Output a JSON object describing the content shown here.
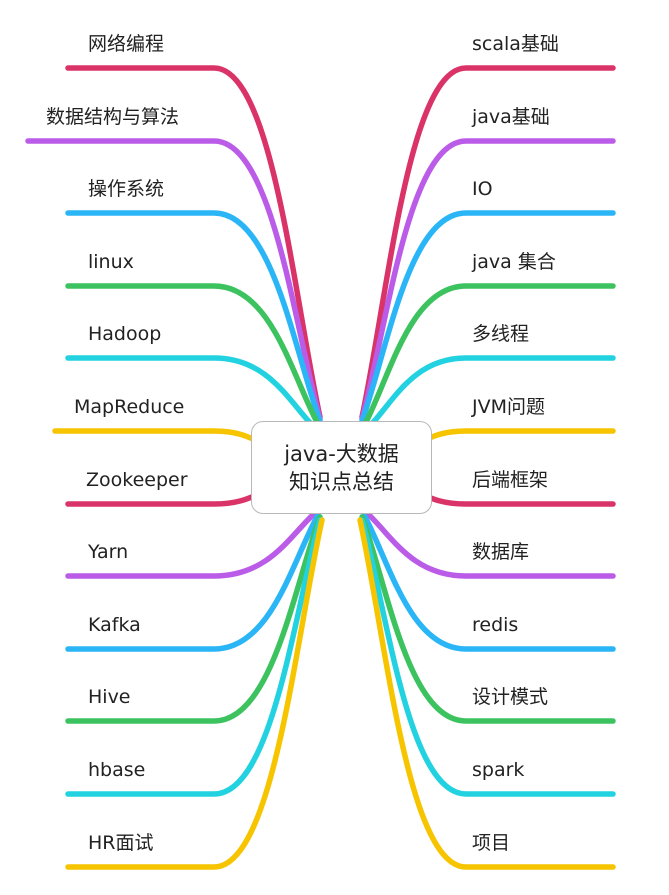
{
  "center": {
    "line1": "java-大数据",
    "line2": "知识点总结"
  },
  "left_branches": [
    {
      "label": "网络编程",
      "color": "#d93368"
    },
    {
      "label": "数据结构与算法",
      "color": "#bb5ce8"
    },
    {
      "label": "操作系统",
      "color": "#2ab5f6"
    },
    {
      "label": "linux",
      "color": "#3cc35f"
    },
    {
      "label": "Hadoop",
      "color": "#22d2e0"
    },
    {
      "label": "MapReduce",
      "color": "#f7c400"
    },
    {
      "label": "Zookeeper",
      "color": "#d93368"
    },
    {
      "label": "Yarn",
      "color": "#bb5ce8"
    },
    {
      "label": "Kafka",
      "color": "#2ab5f6"
    },
    {
      "label": "Hive",
      "color": "#3cc35f"
    },
    {
      "label": "hbase",
      "color": "#22d2e0"
    },
    {
      "label": "HR面试",
      "color": "#f7c400"
    }
  ],
  "right_branches": [
    {
      "label": "scala基础",
      "color": "#d93368"
    },
    {
      "label": "java基础",
      "color": "#bb5ce8"
    },
    {
      "label": "IO",
      "color": "#2ab5f6"
    },
    {
      "label": "java 集合",
      "color": "#3cc35f"
    },
    {
      "label": "多线程",
      "color": "#22d2e0"
    },
    {
      "label": "JVM问题",
      "color": "#f7c400"
    },
    {
      "label": "后端框架",
      "color": "#d93368"
    },
    {
      "label": "数据库",
      "color": "#bb5ce8"
    },
    {
      "label": "redis",
      "color": "#2ab5f6"
    },
    {
      "label": "设计模式",
      "color": "#3cc35f"
    },
    {
      "label": "spark",
      "color": "#22d2e0"
    },
    {
      "label": "项目",
      "color": "#f7c400"
    }
  ]
}
